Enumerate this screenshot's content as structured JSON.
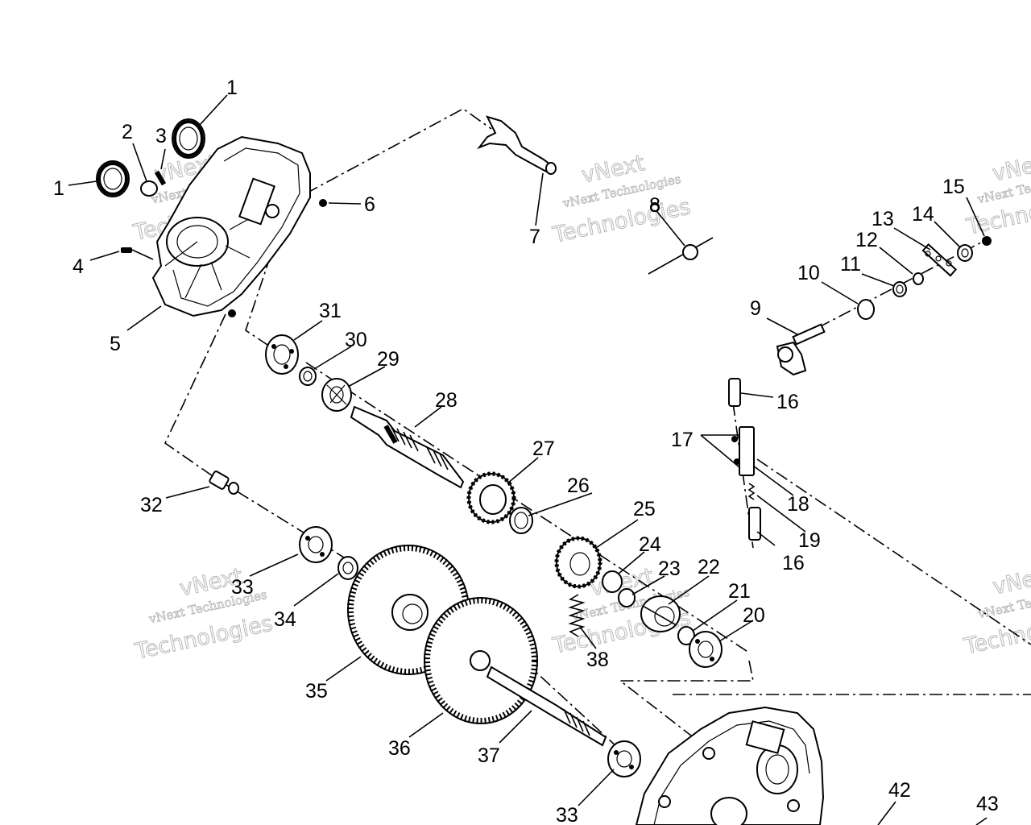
{
  "diagram": {
    "callouts": [
      "1",
      "1",
      "2",
      "3",
      "4",
      "5",
      "6",
      "7",
      "8",
      "9",
      "10",
      "11",
      "12",
      "13",
      "14",
      "15",
      "16",
      "16",
      "17",
      "18",
      "19",
      "20",
      "21",
      "22",
      "23",
      "24",
      "25",
      "26",
      "27",
      "28",
      "29",
      "30",
      "31",
      "32",
      "33",
      "33",
      "34",
      "35",
      "36",
      "37",
      "38",
      "42",
      "43"
    ],
    "watermark": {
      "line1": "vNext Technologies",
      "line2": "Technologies",
      "line3": "vNext"
    }
  }
}
